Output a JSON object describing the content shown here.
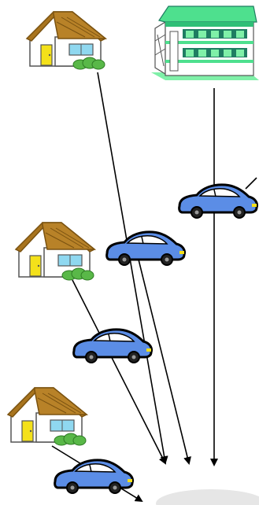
{
  "diagram": {
    "houses": [
      {
        "id": "house-1"
      },
      {
        "id": "house-2"
      },
      {
        "id": "house-3"
      }
    ],
    "apartment": {
      "id": "apartment-building"
    },
    "cars": [
      {
        "id": "car-1"
      },
      {
        "id": "car-2"
      },
      {
        "id": "car-3"
      },
      {
        "id": "car-4"
      }
    ],
    "colors": {
      "roof": "#a8741e",
      "roof_dark": "#7a5210",
      "house_wall": "#ffffff",
      "door": "#f4e11a",
      "window": "#8fd8f0",
      "bush": "#59b848",
      "apartment_roof": "#4ee08e",
      "apartment_wall": "#ffffff",
      "apartment_window": "#1f7d62",
      "apartment_base": "#7ff0a8",
      "car_body": "#5b8de6",
      "car_window": "#ffffff",
      "wheel": "#222222",
      "arrow": "#000000",
      "destination": "#d8d8d8"
    }
  }
}
